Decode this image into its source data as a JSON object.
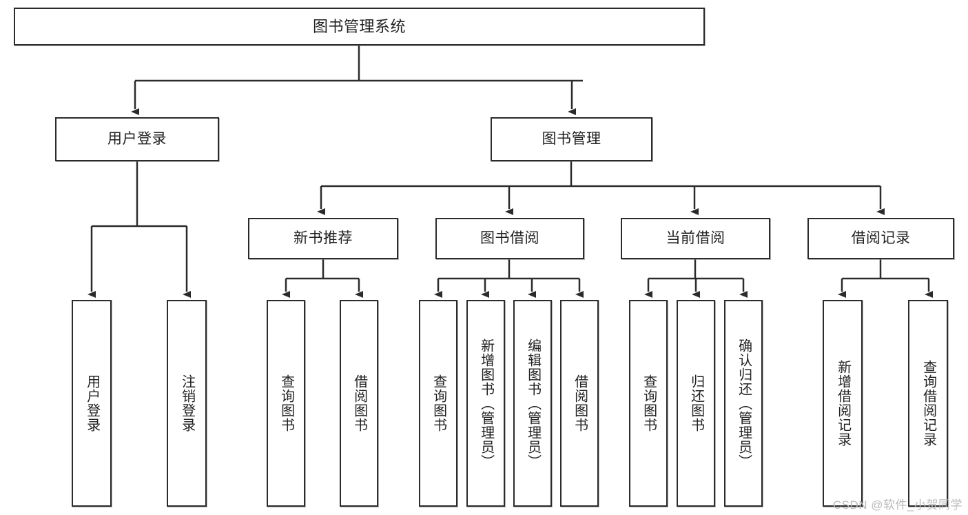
{
  "diagram": {
    "title": "图书管理系统",
    "type": "tree",
    "watermark": "CSDN @软件_小贺同学",
    "colors": {
      "border": "#2b2b2b",
      "fill": "#ffffff",
      "text": "#222222",
      "edge": "#2b2b2b",
      "watermark": "#b9b9b9"
    },
    "nodes": {
      "root": {
        "label": "图书管理系统"
      },
      "level2": [
        {
          "id": "login",
          "label": "用户登录"
        },
        {
          "id": "bookmgmt",
          "label": "图书管理"
        }
      ],
      "level3": [
        {
          "id": "newbook",
          "label": "新书推荐"
        },
        {
          "id": "borrow",
          "label": "图书借阅"
        },
        {
          "id": "current",
          "label": "当前借阅"
        },
        {
          "id": "records",
          "label": "借阅记录"
        }
      ],
      "leaves": {
        "login": [
          {
            "label": "用户登录"
          },
          {
            "label": "注销登录"
          }
        ],
        "newbook": [
          {
            "label": "查询图书"
          },
          {
            "label": "借阅图书"
          }
        ],
        "borrow": [
          {
            "label": "查询图书"
          },
          {
            "label": "新增图书（管理员）"
          },
          {
            "label": "编辑图书（管理员）"
          },
          {
            "label": "借阅图书"
          }
        ],
        "current": [
          {
            "label": "查询图书"
          },
          {
            "label": "归还图书"
          },
          {
            "label": "确认归还（管理员）"
          }
        ],
        "records": [
          {
            "label": "新增借阅记录"
          },
          {
            "label": "查询借阅记录"
          }
        ]
      }
    }
  }
}
